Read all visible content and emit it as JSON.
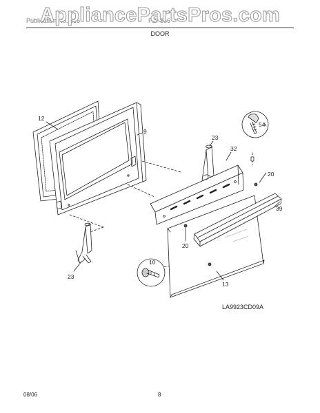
{
  "watermark": "AppliancePartsPros.com",
  "header": {
    "left_text": "Publication No. 316",
    "right_text": "FEF366",
    "section_title": "DOOR"
  },
  "callouts": {
    "c12": "12",
    "c9": "9",
    "c23a": "23",
    "c32": "32",
    "c54": "54",
    "c20a": "20",
    "c39": "39",
    "c20b": "20",
    "c10": "10",
    "c23b": "23",
    "c13": "13"
  },
  "diagram_ref": "LA9923CD09A",
  "footer": {
    "date": "08/06",
    "page": "8"
  }
}
